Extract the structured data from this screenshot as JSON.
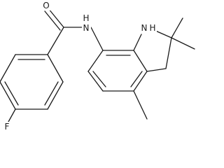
{
  "molecule": {
    "atoms": {
      "oxygen": "O",
      "amide_nitrogen": "N",
      "amide_hydrogen": "H",
      "ring_nitrogen": "N",
      "ring_hydrogen": "H",
      "fluorine": "F"
    }
  }
}
